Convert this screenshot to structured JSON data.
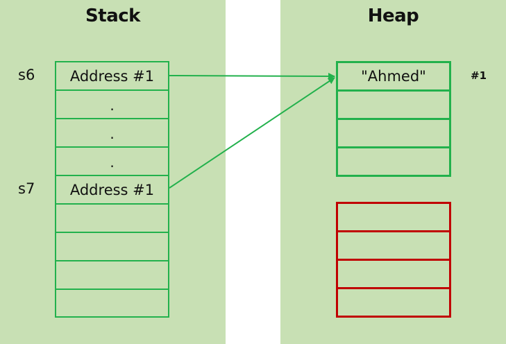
{
  "colors": {
    "panel_bg": "#c8e0b4",
    "gap_bg": "#ffffff",
    "allocated_border": "#22b14c",
    "free_border": "#c00000",
    "arrow": "#22b14c"
  },
  "stack": {
    "title": "Stack",
    "cells": [
      "Address #1",
      ".",
      ".",
      ".",
      "Address #1",
      "",
      "",
      "",
      ""
    ],
    "row_labels": [
      {
        "text": "s6",
        "row": 0
      },
      {
        "text": "s7",
        "row": 4
      }
    ]
  },
  "heap": {
    "title": "Heap",
    "allocated_block": {
      "cells": [
        "\"Ahmed\"",
        "",
        "",
        ""
      ],
      "address_label": "#1"
    },
    "free_block": {
      "cells": [
        "",
        "",
        "",
        ""
      ]
    }
  },
  "references": [
    {
      "from": "s6",
      "to": "#1"
    },
    {
      "from": "s7",
      "to": "#1"
    }
  ]
}
